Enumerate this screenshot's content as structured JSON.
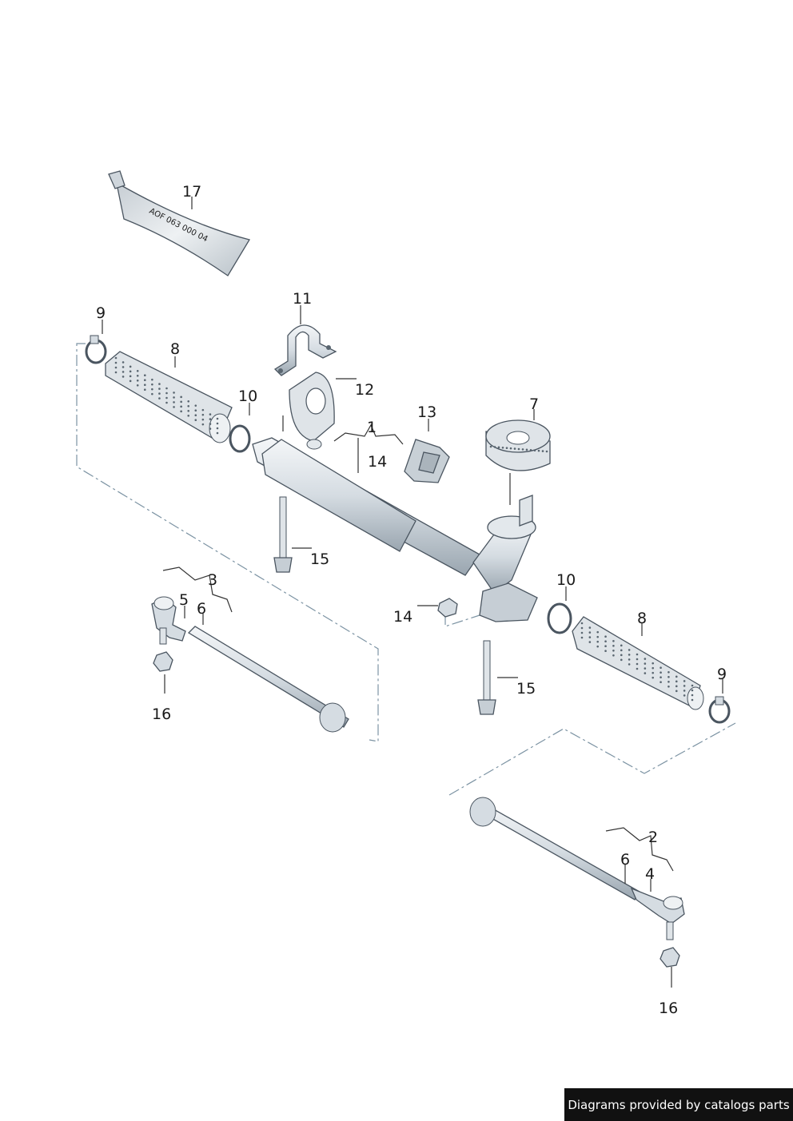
{
  "tube_text": "AOF 063 000 04",
  "labels": {
    "l1": "1",
    "l2": "2",
    "l3": "3",
    "l4": "4",
    "l5": "5",
    "l6a": "6",
    "l6b": "6",
    "l7": "7",
    "l8a": "8",
    "l8b": "8",
    "l9a": "9",
    "l9b": "9",
    "l10a": "10",
    "l10b": "10",
    "l11": "11",
    "l12": "12",
    "l13": "13",
    "l14a": "14",
    "l14b": "14",
    "l15a": "15",
    "l15b": "15",
    "l16a": "16",
    "l16b": "16",
    "l17": "17"
  },
  "footer": "Diagrams provided by catalogs parts"
}
